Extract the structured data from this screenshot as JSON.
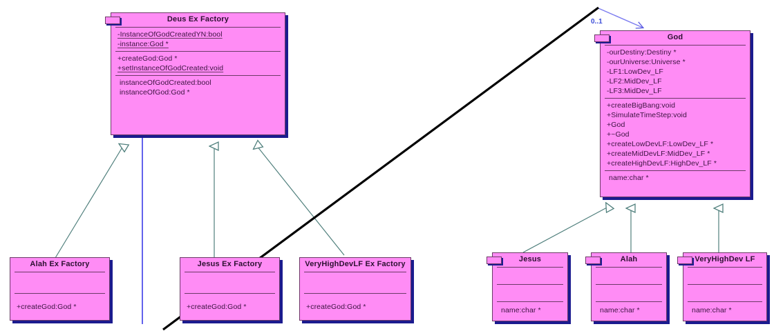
{
  "diagram": {
    "kind": "uml-class-diagram",
    "colors": {
      "class_fill": "#FF8CF5",
      "class_border": "#6b3a66",
      "class_shadow": "#1b1b8f",
      "generalization_line": "#4f7f7c",
      "association_line": "#5a5ae0",
      "multiplicity_text": "#3a4bd8",
      "stray_line": "#000000",
      "background": "#ffffff"
    }
  },
  "classes": {
    "deus_ex_factory": {
      "name": "Deus Ex Factory",
      "attributes": [
        "-InstanceOfGodCreatedYN:bool",
        "-instance:God *"
      ],
      "operations": [
        "+createGod:God *",
        "+setInstanceOfGodCreated:void"
      ],
      "extra": [
        "instanceOfGodCreated:bool",
        "instanceOfGod:God *"
      ]
    },
    "god": {
      "name": "God",
      "attributes": [
        "-ourDestiny:Destiny *",
        "-ourUniverse:Universe *",
        "-LF1:LowDev_LF",
        "-LF2:MidDev_LF",
        "-LF3:MidDev_LF"
      ],
      "operations": [
        "+createBigBang:void",
        "+SimulateTimeStep:void",
        "+God",
        "+~God",
        "+createLowDevLF:LowDev_LF *",
        "+createMidDevLF:MidDev_LF *",
        "+createHighDevLF:HighDev_LF *"
      ],
      "extra": [
        "name:char *"
      ]
    },
    "alah_ex_factory": {
      "name": "Alah Ex Factory",
      "attributes": [],
      "operations": [
        "+createGod:God *"
      ],
      "extra": []
    },
    "jesus_ex_factory": {
      "name": "Jesus Ex Factory",
      "attributes": [],
      "operations": [
        "+createGod:God *"
      ],
      "extra": []
    },
    "veryhighdevlf_ex_factory": {
      "name": "VeryHighDevLF Ex Factory",
      "attributes": [],
      "operations": [
        "+createGod:God *"
      ],
      "extra": []
    },
    "jesus": {
      "name": "Jesus",
      "attributes": [],
      "operations": [],
      "extra": [
        "name:char *"
      ]
    },
    "alah": {
      "name": "Alah",
      "attributes": [],
      "operations": [],
      "extra": [
        "name:char *"
      ]
    },
    "veryhighdev_lf": {
      "name": "VeryHighDev LF",
      "attributes": [],
      "operations": [],
      "extra": [
        "name:char *"
      ]
    }
  },
  "labels": {
    "multiplicity_0_1": "0..1"
  }
}
